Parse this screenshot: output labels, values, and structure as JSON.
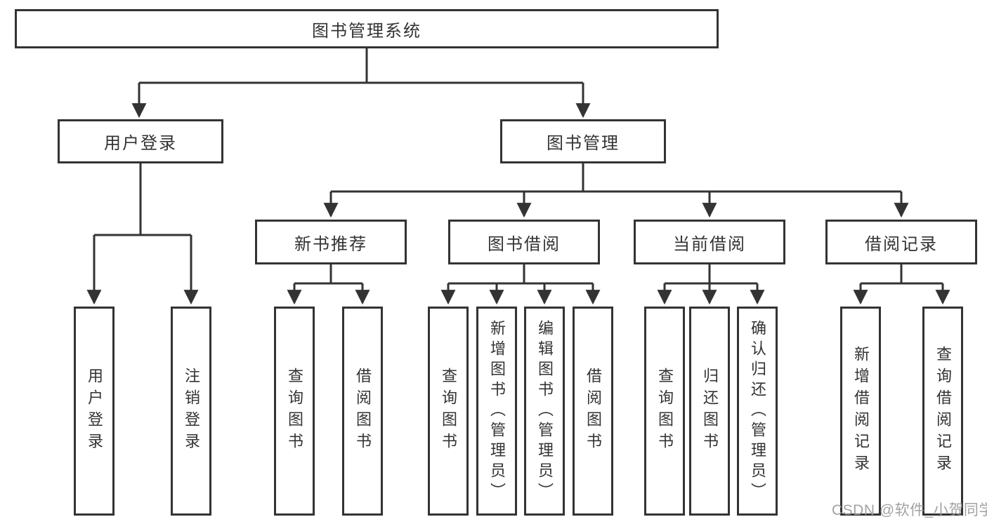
{
  "diagram_title": "图书管理系统",
  "tree": {
    "label": "图书管理系统",
    "children": [
      {
        "label": "用户登录",
        "children": [
          {
            "label": "用户登录"
          },
          {
            "label": "注销登录"
          }
        ]
      },
      {
        "label": "图书管理",
        "children": [
          {
            "label": "新书推荐",
            "children": [
              {
                "label": "查询图书"
              },
              {
                "label": "借阅图书"
              }
            ]
          },
          {
            "label": "图书借阅",
            "children": [
              {
                "label": "查询图书"
              },
              {
                "label": "新增图书（管理员）"
              },
              {
                "label": "编辑图书（管理员）"
              },
              {
                "label": "借阅图书"
              }
            ]
          },
          {
            "label": "当前借阅",
            "children": [
              {
                "label": "查询图书"
              },
              {
                "label": "归还图书"
              },
              {
                "label": "确认归还（管理员）"
              }
            ]
          },
          {
            "label": "借阅记录",
            "children": [
              {
                "label": "新增借阅记录"
              },
              {
                "label": "查询借阅记录"
              }
            ]
          }
        ]
      }
    ]
  },
  "watermark": {
    "text": "CSDN @软件_小贺同学"
  },
  "colors": {
    "line": "#333333",
    "box_border": "#333333",
    "box_fill": "#ffffff",
    "text": "#333333",
    "watermark": "#9b9b9b",
    "background": "#ffffff"
  }
}
